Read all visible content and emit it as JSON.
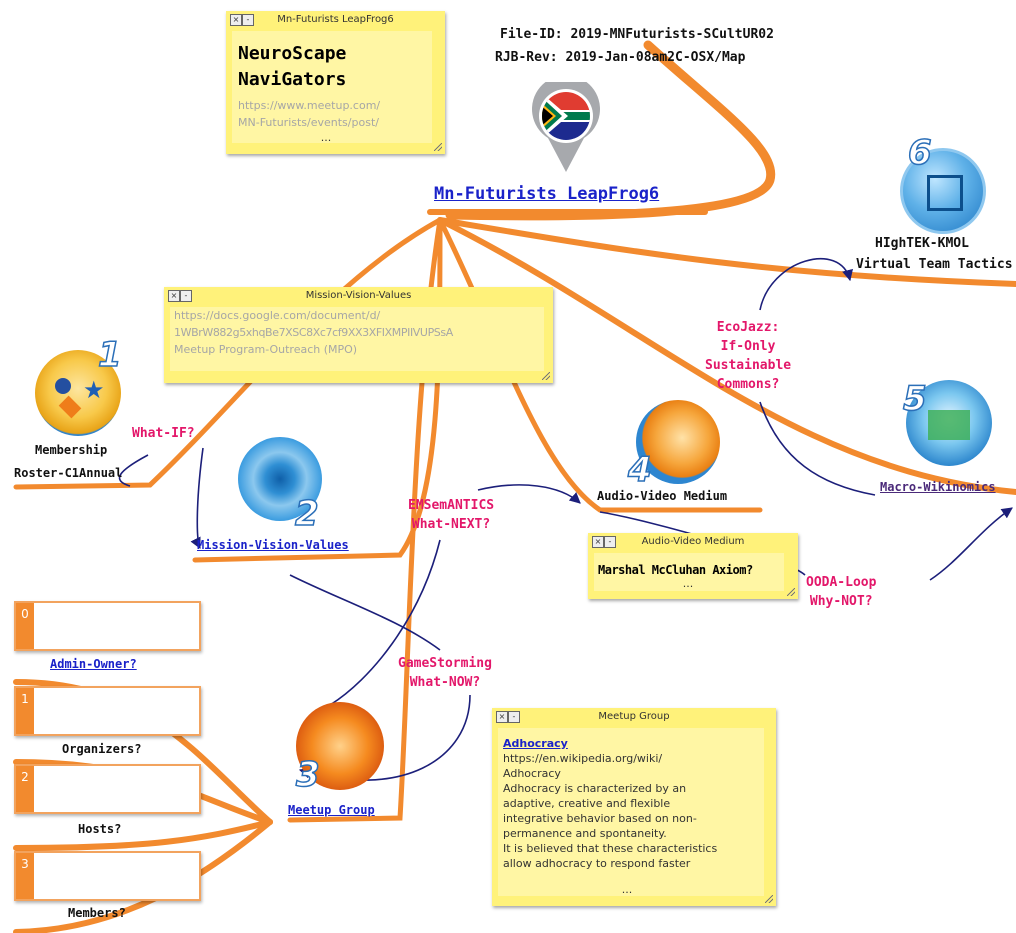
{
  "header": {
    "file_id": "File-ID:  2019-MNFuturists-SCultUR02",
    "rjb_rev": "RJB-Rev: 2019-Jan-08am2C-OSX/Map"
  },
  "central_topic": "Mn-Futurists LeapFrog6",
  "notes": {
    "top": {
      "title": "Mn-Futurists LeapFrog6",
      "heading_line1": "NeuroScape",
      "heading_line2": "NaviGators",
      "url_line1": "https://www.meetup.com/",
      "url_line2": "MN-Futurists/events/post/",
      "more": "..."
    },
    "mission": {
      "title": "Mission-Vision-Values",
      "line1": "https://docs.google.com/document/d/",
      "line2": "1WBrW882g5xhqBe7XSC8Xc7cf9XX3XFIXMPIIVUPSsA",
      "line3": "Meetup Program-Outreach (MPO)"
    },
    "audio": {
      "title": "Audio-Video Medium",
      "body": "Marshal McCluhan Axiom?",
      "more": "..."
    },
    "meetup": {
      "title": "Meetup Group",
      "link": "Adhocracy",
      "lines": [
        "https://en.wikipedia.org/wiki/",
        "Adhocracy",
        "Adhocracy is characterized by an",
        "adaptive, creative and flexible",
        "integrative behavior based on non-",
        "permanence and spontaneity.",
        "It is believed that these characteristics",
        "allow adhocracy to respond faster"
      ],
      "more": "..."
    }
  },
  "topics": {
    "hightek_line1": "HIghTEK-KMOL",
    "hightek_line2": "Virtual Team Tactics",
    "membership_line1": "Membership",
    "membership_line2": "Roster-C1Annual",
    "mission_values": "Mission-Vision-Values",
    "audio_video": "Audio-Video Medium",
    "macro": "Macro-Wikinomics",
    "meetup_group": "Meetup Group",
    "admin_owner": "Admin-Owner?",
    "organizers": "Organizers?",
    "hosts": "Hosts?",
    "members": "Members?"
  },
  "badge_numbers": {
    "b1": "1",
    "b2": "2",
    "b3": "3",
    "b4": "4",
    "b5": "5",
    "b6": "6"
  },
  "role_boxes": {
    "r0": "0",
    "r1": "1",
    "r2": "2",
    "r3": "3"
  },
  "relationship_labels": {
    "what_if": "What-IF?",
    "ecojazz": [
      "EcoJazz:",
      "If-Only",
      "Sustainable",
      "Commons?"
    ],
    "emsemantics": [
      "EMSemANTICS",
      "What-NEXT?"
    ],
    "gamestorming": [
      "GameStorming",
      "What-NOW?"
    ],
    "ooda": [
      "OODA-Loop",
      "Why-NOT?"
    ]
  },
  "colors": {
    "branch": "#f28a2e",
    "note": "#fff27a",
    "relationship": "#1c1f7a",
    "relationship_label": "#e3176a",
    "link": "#1a22c9"
  },
  "icons": {
    "flag_pin": "south-africa-flag-pin-icon",
    "badge1": "membership-badge-icon",
    "badge2": "eye-badge-icon",
    "badge3": "network-badge-icon",
    "badge4": "listening-head-badge-icon",
    "badge5": "wiki-blocks-badge-icon",
    "badge6": "virtual-cube-badge-icon"
  }
}
